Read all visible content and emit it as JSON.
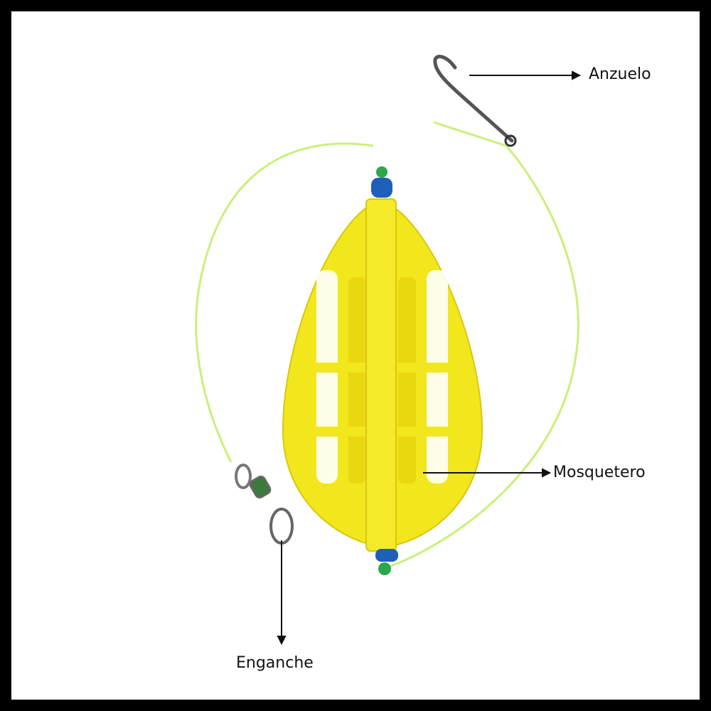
{
  "labels": {
    "hook": "Anzuelo",
    "feeder": "Mosquetero",
    "snap": "Enganche"
  },
  "colors": {
    "feeder_yellow": "#f2e61c",
    "line_green": "#c8f07a",
    "bead_blue": "#1f5fb8",
    "bead_green": "#2aa84a",
    "border": "#000000"
  }
}
